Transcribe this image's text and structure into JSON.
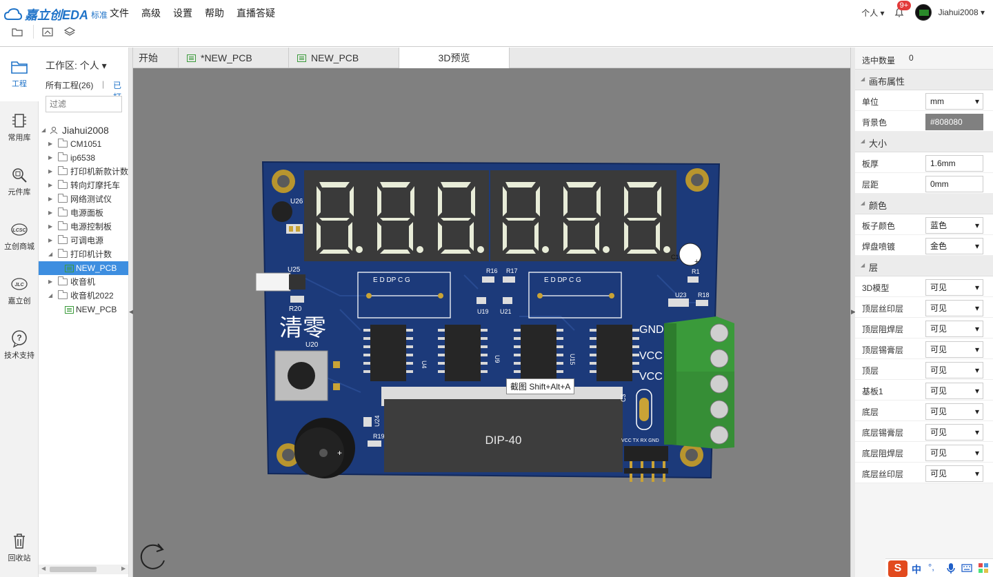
{
  "app": {
    "brand": "嘉立创EDA",
    "edition": "标准",
    "menu": [
      "文件",
      "高级",
      "设置",
      "帮助",
      "直播答疑"
    ]
  },
  "user": {
    "workspace_label": "个人",
    "notification_count": "9+",
    "username": "Jiahui2008"
  },
  "leftbar": {
    "items": [
      "工程",
      "常用库",
      "元件库",
      "立创商城",
      "嘉立创",
      "技术支持",
      "回收站"
    ]
  },
  "project_panel": {
    "workspace": "工作区: 个人",
    "all_projects": "所有工程(26)",
    "separator": "|",
    "opened": "已打",
    "filter_placeholder": "过滤",
    "root": "Jiahui2008",
    "tree": [
      {
        "label": "CM1051",
        "expanded": false
      },
      {
        "label": "ip6538",
        "expanded": false
      },
      {
        "label": "打印机新款计数",
        "expanded": false
      },
      {
        "label": "转向灯摩托车",
        "expanded": false
      },
      {
        "label": "网络测试仪",
        "expanded": false
      },
      {
        "label": "电源面板",
        "expanded": false
      },
      {
        "label": "电源控制板",
        "expanded": false
      },
      {
        "label": "可调电源",
        "expanded": false
      },
      {
        "label": "打印机计数",
        "expanded": true
      },
      {
        "label": "NEW_PCB",
        "child": true,
        "selected": true
      },
      {
        "label": "收音机",
        "expanded": false
      },
      {
        "label": "收音机2022",
        "expanded": true
      },
      {
        "label": "NEW_PCB",
        "child": true,
        "selected": false
      }
    ]
  },
  "tabs": [
    {
      "label": "开始",
      "icon": false
    },
    {
      "label": "*NEW_PCB",
      "icon": true
    },
    {
      "label": "NEW_PCB",
      "icon": true
    },
    {
      "label": "3D预览",
      "icon": false,
      "active": true
    }
  ],
  "canvas": {
    "background": "#808080",
    "tooltip": "截图 Shift+Alt+A",
    "board": {
      "color": "#1c3a7a",
      "ic_label": "DIP-40",
      "silk_text_1": "清零",
      "display_chars": "E  D  DP C  G",
      "labels": [
        "U26",
        "U25",
        "R20",
        "U20",
        "U24",
        "R19",
        "R16",
        "R17",
        "U19",
        "U21",
        "U4",
        "U9",
        "U15",
        "R1",
        "U23",
        "R18",
        "C3",
        "C1"
      ],
      "terminal_labels": [
        "GND",
        "VCC",
        "VCC"
      ],
      "header_labels": "VCC TX RX GND"
    }
  },
  "properties": {
    "selected_count_label": "选中数量",
    "selected_count": "0",
    "sections": [
      {
        "title": "画布属性",
        "rows": [
          {
            "label": "单位",
            "value": "mm",
            "type": "select"
          },
          {
            "label": "背景色",
            "value": "#808080",
            "type": "color"
          }
        ]
      },
      {
        "title": "大小",
        "rows": [
          {
            "label": "板厚",
            "value": "1.6mm",
            "type": "input"
          },
          {
            "label": "层距",
            "value": "0mm",
            "type": "input"
          }
        ]
      },
      {
        "title": "颜色",
        "rows": [
          {
            "label": "板子颜色",
            "value": "蓝色",
            "type": "select"
          },
          {
            "label": "焊盘喷镀",
            "value": "金色",
            "type": "select"
          }
        ]
      },
      {
        "title": "层",
        "rows": [
          {
            "label": "3D模型",
            "value": "可见",
            "type": "select"
          },
          {
            "label": "顶层丝印层",
            "value": "可见",
            "type": "select"
          },
          {
            "label": "顶层阻焊层",
            "value": "可见",
            "type": "select"
          },
          {
            "label": "顶层锡膏层",
            "value": "可见",
            "type": "select"
          },
          {
            "label": "顶层",
            "value": "可见",
            "type": "select"
          },
          {
            "label": "基板1",
            "value": "可见",
            "type": "select"
          },
          {
            "label": "底层",
            "value": "可见",
            "type": "select"
          },
          {
            "label": "底层锡膏层",
            "value": "可见",
            "type": "select"
          },
          {
            "label": "底层阻焊层",
            "value": "可见",
            "type": "select"
          },
          {
            "label": "底层丝印层",
            "value": "可见",
            "type": "select"
          }
        ]
      }
    ]
  },
  "ime": {
    "lang": "中",
    "punct": "°,"
  },
  "colors": {
    "accent": "#1f73c8",
    "selection": "#3d8ee0",
    "board": "#1c3a7a",
    "terminal": "#3a9a3a"
  }
}
